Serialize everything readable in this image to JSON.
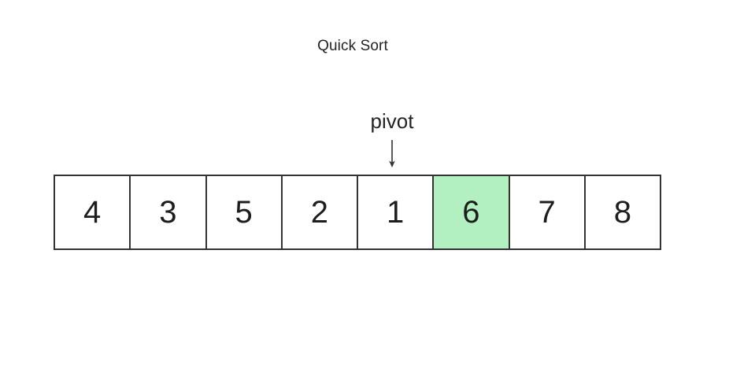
{
  "title": "Quick Sort",
  "annotation": {
    "pivot_label": "pivot",
    "arrow_icon": "arrow-down-icon",
    "points_to_index": 4
  },
  "colors": {
    "background": "#ffffff",
    "cell_border": "#333333",
    "cell_fill": "#ffffff",
    "pivot_highlight": "#b2f0c1",
    "text": "#222222"
  },
  "array": {
    "length": 8,
    "highlighted_index": 5,
    "cells": [
      {
        "value": "4",
        "highlighted": false
      },
      {
        "value": "3",
        "highlighted": false
      },
      {
        "value": "5",
        "highlighted": false
      },
      {
        "value": "2",
        "highlighted": false
      },
      {
        "value": "1",
        "highlighted": false
      },
      {
        "value": "6",
        "highlighted": true
      },
      {
        "value": "7",
        "highlighted": false
      },
      {
        "value": "8",
        "highlighted": false
      }
    ]
  }
}
